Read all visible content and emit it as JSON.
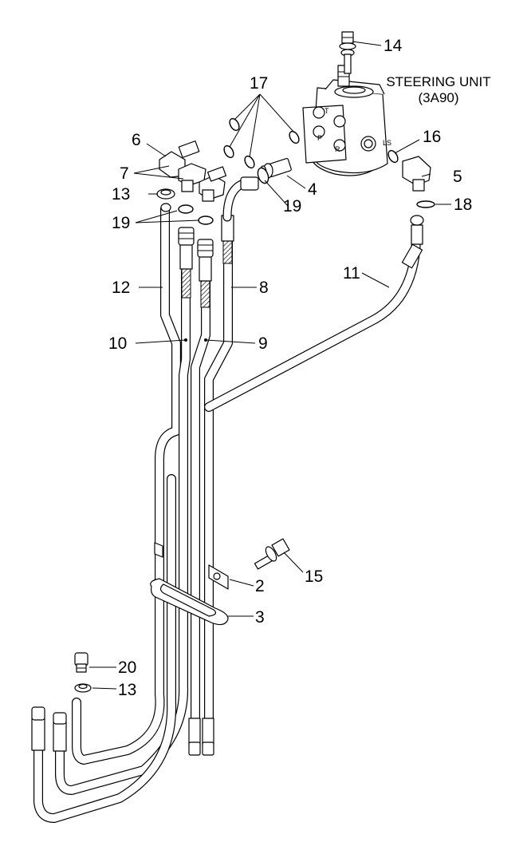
{
  "unit": {
    "title": "STEERING UNIT",
    "model": "(3A90)",
    "ports": {
      "t": "T",
      "p": "P",
      "r": "R",
      "ls": "LS"
    }
  },
  "callouts": [
    {
      "id": "c14",
      "label": "14"
    },
    {
      "id": "c17",
      "label": "17"
    },
    {
      "id": "c6",
      "label": "6"
    },
    {
      "id": "c16",
      "label": "16"
    },
    {
      "id": "c7",
      "label": "7"
    },
    {
      "id": "c5",
      "label": "5"
    },
    {
      "id": "c4",
      "label": "4"
    },
    {
      "id": "c13a",
      "label": "13"
    },
    {
      "id": "c19a",
      "label": "19"
    },
    {
      "id": "c18",
      "label": "18"
    },
    {
      "id": "c19b",
      "label": "19"
    },
    {
      "id": "c11",
      "label": "11"
    },
    {
      "id": "c12",
      "label": "12"
    },
    {
      "id": "c8",
      "label": "8"
    },
    {
      "id": "c10",
      "label": "10"
    },
    {
      "id": "c9",
      "label": "9"
    },
    {
      "id": "c15",
      "label": "15"
    },
    {
      "id": "c2",
      "label": "2"
    },
    {
      "id": "c3",
      "label": "3"
    },
    {
      "id": "c20",
      "label": "20"
    },
    {
      "id": "c13b",
      "label": "13"
    }
  ]
}
